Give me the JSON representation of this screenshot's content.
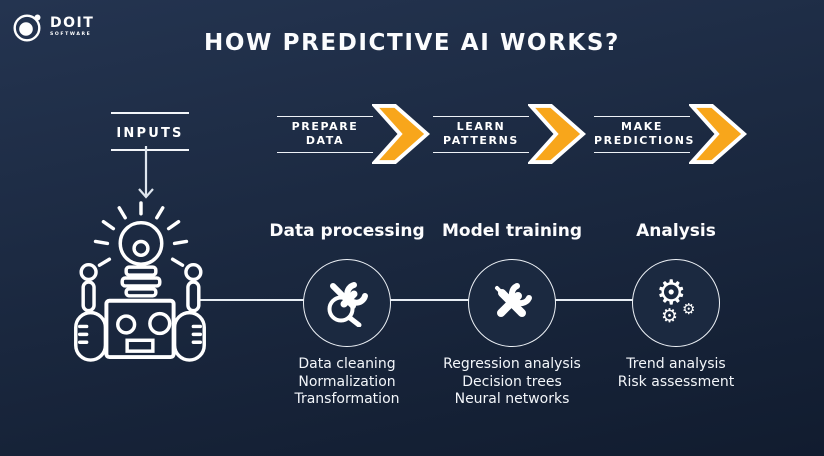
{
  "colors": {
    "background_top": "#243450",
    "background_bottom": "#111c2f",
    "accent_orange": "#F8A61B",
    "text": "#FFFFFF"
  },
  "logo": {
    "brand": "DOIT",
    "sub": "SOFTWARE"
  },
  "header": {
    "title": "HOW PREDICTIVE AI WORKS?"
  },
  "input": {
    "label": "INPUTS"
  },
  "flow_steps": [
    {
      "line1": "PREPARE",
      "line2": "DATA"
    },
    {
      "line1": "LEARN",
      "line2": "PATTERNS"
    },
    {
      "line1": "MAKE",
      "line2": "PREDICTIONS"
    }
  ],
  "stages": [
    {
      "title": "Data processing",
      "icon": "magnifier-tools-icon",
      "items": [
        "Data cleaning",
        "Normalization",
        "Transformation"
      ]
    },
    {
      "title": "Model training",
      "icon": "crossed-tools-icon",
      "items": [
        "Regression analysis",
        "Decision trees",
        "Neural networks"
      ]
    },
    {
      "title": "Analysis",
      "icon": "gears-icon",
      "items": [
        "Trend analysis",
        "Risk assessment"
      ]
    }
  ],
  "glyphs": {
    "gear": "⚙"
  }
}
